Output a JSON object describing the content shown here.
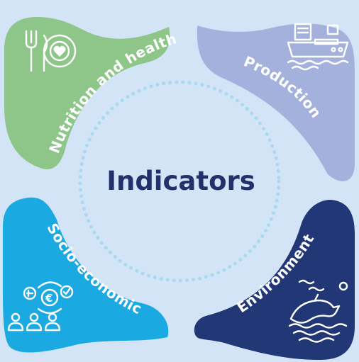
{
  "center_title": "Indicators",
  "quadrants": [
    {
      "label": "Nutrition and health",
      "color": "#8ec68a",
      "icon": "plate-cutlery-heart-icon"
    },
    {
      "label": "Production",
      "color": "#a5b1dd",
      "icon": "ship-waves-icon"
    },
    {
      "label": "Socio-economic",
      "color": "#1aa9e1",
      "icon": "euro-cycle-people-icon"
    },
    {
      "label": "Environment",
      "color": "#223776",
      "icon": "dolphin-waves-icon"
    }
  ],
  "colors": {
    "background": "#d4e4f7",
    "ring": "#a9d8f2",
    "title": "#22306b"
  }
}
